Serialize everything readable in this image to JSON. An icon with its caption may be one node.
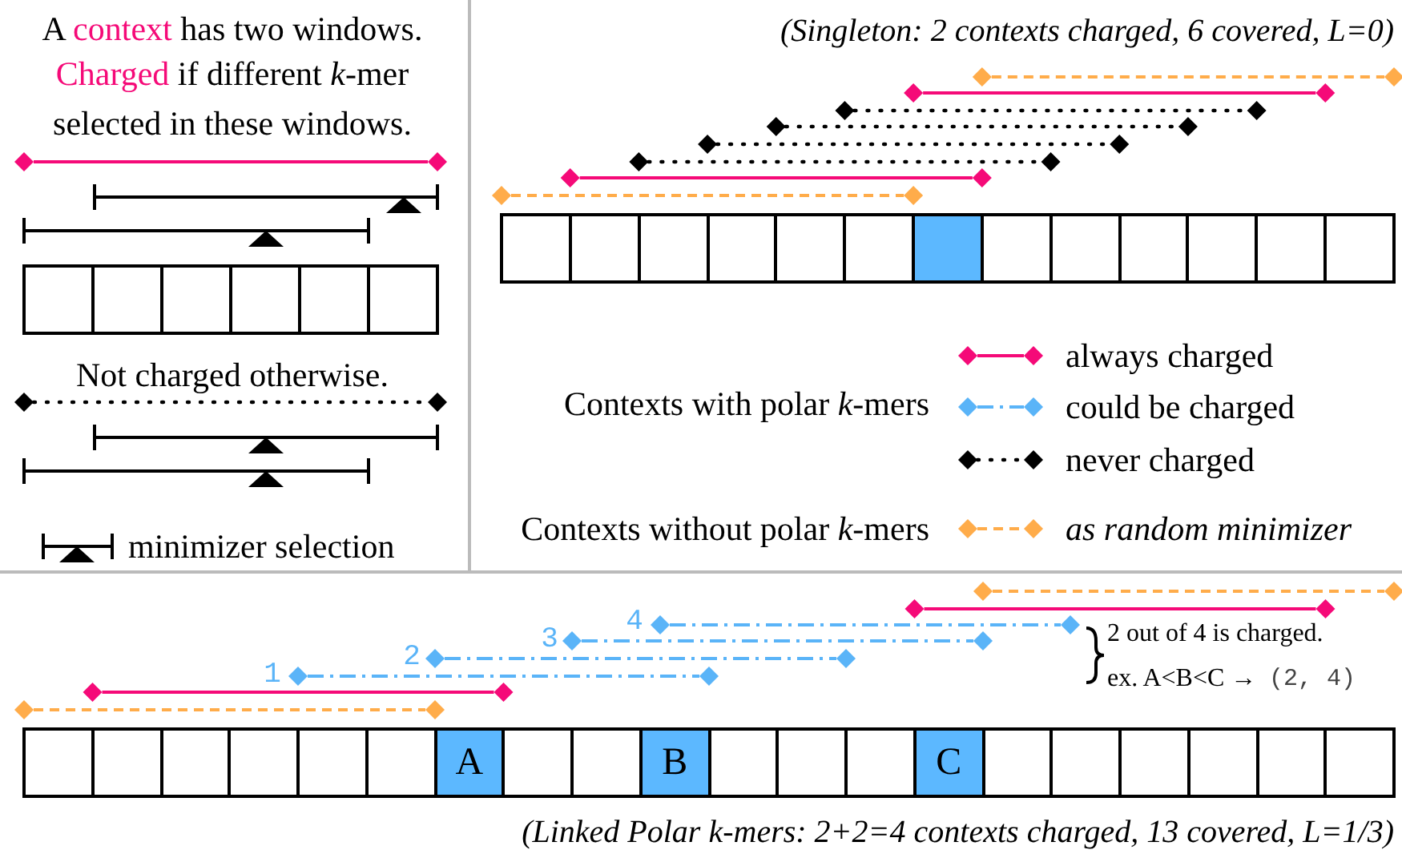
{
  "diagram": {
    "nodes": [
      {
        "text": [],
        "shape": "box"
      },
      {
        "text": [],
        "shape": "box"
      },
      {
        "text": [],
        "shape": "box"
      },
      {
        "text": [],
        "shape": "box"
      },
      {
        "text": [],
        "shape": "box"
      },
      {
        "text": [],
        "shape": "box"
      },
      {
        "text": [],
        "shape": "box"
      },
      {
        "text": [],
        "shape": "box"
      },
      {
        "text": [],
        "shape": "box"
      },
      {
        "text": [],
        "shape": "box"
      },
      {
        "text": [],
        "shape": "box"
      },
      {
        "text": [],
        "shape": "box"
      },
      {
        "text": [],
        "shape": "box"
      },
      {
        "text": [],
        "shape": "box"
      },
      {
        "text": [],
        "shape": "box"
      },
      {
        "text": [],
        "shape": "box"
      },
      {
        "text": [],
        "shape": "box"
      },
      {
        "text": [],
        "shape": "box"
      },
      {
        "text": [],
        "shape": "box"
      },
      {
        "text": [],
        "shape": "box"
      },
      {
        "text": [],
        "shape": "box"
      },
      {
        "text": [],
        "shape": "box"
      },
      {
        "text": [],
        "shape": "box"
      },
      {
        "text": [],
        "shape": "box"
      },
      {
        "text": [],
        "shape": "box"
      },
      {
        "text": [
          "A"
        ]
      },
      {
        "text": [],
        "shape": "box"
      },
      {
        "text": [],
        "shape": "box"
      },
      {
        "text": [
          "B"
        ]
      },
      {
        "text": [],
        "shape": "box"
      },
      {
        "text": [],
        "shape": "box"
      },
      {
        "text": [],
        "shape": "box"
      },
      {
        "text": [
          "C"
        ]
      },
      {
        "text": [],
        "shape": "box"
      },
      {
        "text": [],
        "shape": "box"
      },
      {
        "text": [],
        "shape": "box"
      },
      {
        "text": [],
        "shape": "box"
      },
      {
        "text": [],
        "shape": "box"
      },
      {
        "text": [],
        "shape": "box"
      }
    ],
    "labels": [
      "A context has two windows.",
      "Charged if different *k*-mer selected in these windows.",
      "Not charged otherwise.",
      "minimizer selection",
      "(Singleton: 2 contexts charged, 6 covered, L=0)",
      "Contexts with polar *k*-mers",
      "Contexts without polar *k*-mers",
      "1",
      "2",
      "3",
      "4",
      "2 out of 4 is charged.",
      "ex. A<B<C →",
      "(2, 4)",
      "(Linked Polar k-mers: 2+2=4 contexts charged, 13 covered, L=1/3)"
    ],
    "legend": [
      {
        "text": "always charged"
      },
      {
        "text": "could be charged"
      },
      {
        "text": "never charged"
      },
      {
        "text": "as random minimizer"
      }
    ]
  }
}
